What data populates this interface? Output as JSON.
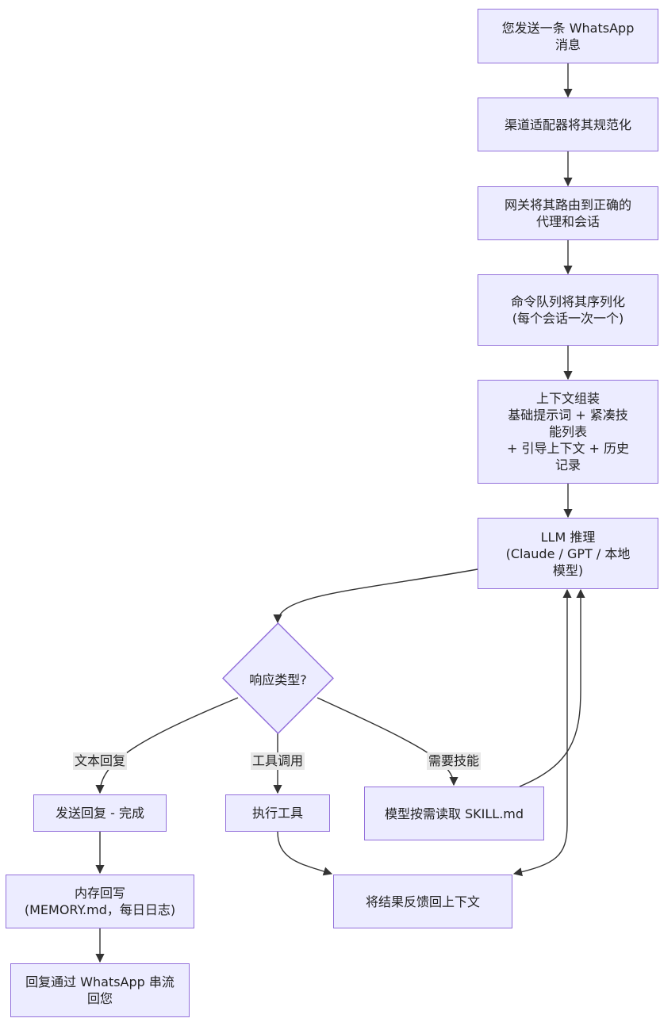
{
  "diagram": {
    "type": "flowchart",
    "nodes": {
      "send_msg": "您发送一条 WhatsApp\n消息",
      "adapter": "渠道适配器将其规范化",
      "gateway": "网关将其路由到正确的\n代理和会话",
      "queue": "命令队列将其序列化\n(每个会话一次一个)",
      "context": "上下文组装\n基础提示词 + 紧凑技\n能列表\n+ 引导上下文 + 历史\n记录",
      "llm": "LLM 推理\n(Claude / GPT / 本地\n模型)",
      "decision": "响应类型?",
      "send_reply": "发送回复 - 完成",
      "exec_tool": "执行工具",
      "read_skill": "模型按需读取 SKILL.md",
      "memory": "内存回写\n(MEMORY.md，每日日志)",
      "feedback": "将结果反馈回上下文",
      "stream": "回复通过 WhatsApp 串流\n回您"
    },
    "edge_labels": {
      "text_reply": "文本回复",
      "tool_call": "工具调用",
      "need_skill": "需要技能"
    },
    "edges": [
      {
        "from": "send_msg",
        "to": "adapter"
      },
      {
        "from": "adapter",
        "to": "gateway"
      },
      {
        "from": "gateway",
        "to": "queue"
      },
      {
        "from": "queue",
        "to": "context"
      },
      {
        "from": "context",
        "to": "llm"
      },
      {
        "from": "llm",
        "to": "decision"
      },
      {
        "from": "decision",
        "to": "send_reply",
        "label": "文本回复"
      },
      {
        "from": "decision",
        "to": "exec_tool",
        "label": "工具调用"
      },
      {
        "from": "decision",
        "to": "read_skill",
        "label": "需要技能"
      },
      {
        "from": "send_reply",
        "to": "memory"
      },
      {
        "from": "memory",
        "to": "stream"
      },
      {
        "from": "exec_tool",
        "to": "feedback"
      },
      {
        "from": "feedback",
        "to": "llm"
      },
      {
        "from": "read_skill",
        "to": "llm"
      }
    ],
    "colors": {
      "node_fill": "#ECECFF",
      "node_border": "#9370DB",
      "edge": "#333333",
      "label_bg": "#e8e8e8"
    }
  }
}
